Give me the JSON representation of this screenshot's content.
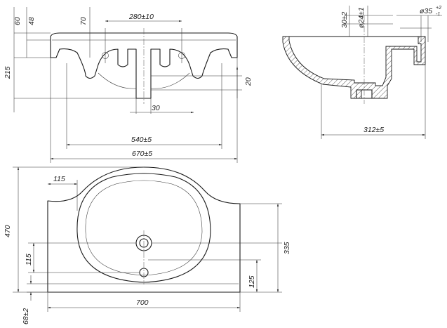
{
  "dimensions": {
    "front_height_60": "60",
    "front_height_48": "48",
    "front_offset_70": "70",
    "front_holes_spacing": "280±10",
    "front_total_height": "215",
    "front_drain_offset": "20",
    "front_drain_width": "30",
    "front_inner_width": "540±5",
    "front_total_width": "670±5",
    "side_drain_depth": "30±2",
    "side_drain_diameter": "ø24±1",
    "side_overflow_diameter": "ø35",
    "side_overflow_tol_upper": "+2",
    "side_overflow_tol_lower": "-1",
    "side_depth": "312±5",
    "plan_edge_offset": "115",
    "plan_total_depth": "470",
    "plan_hole_spacing": "115",
    "plan_drain_depth": "335",
    "plan_drain_from_edge": "125",
    "plan_total_width": "700",
    "plan_bottom_offset": "68±2"
  }
}
